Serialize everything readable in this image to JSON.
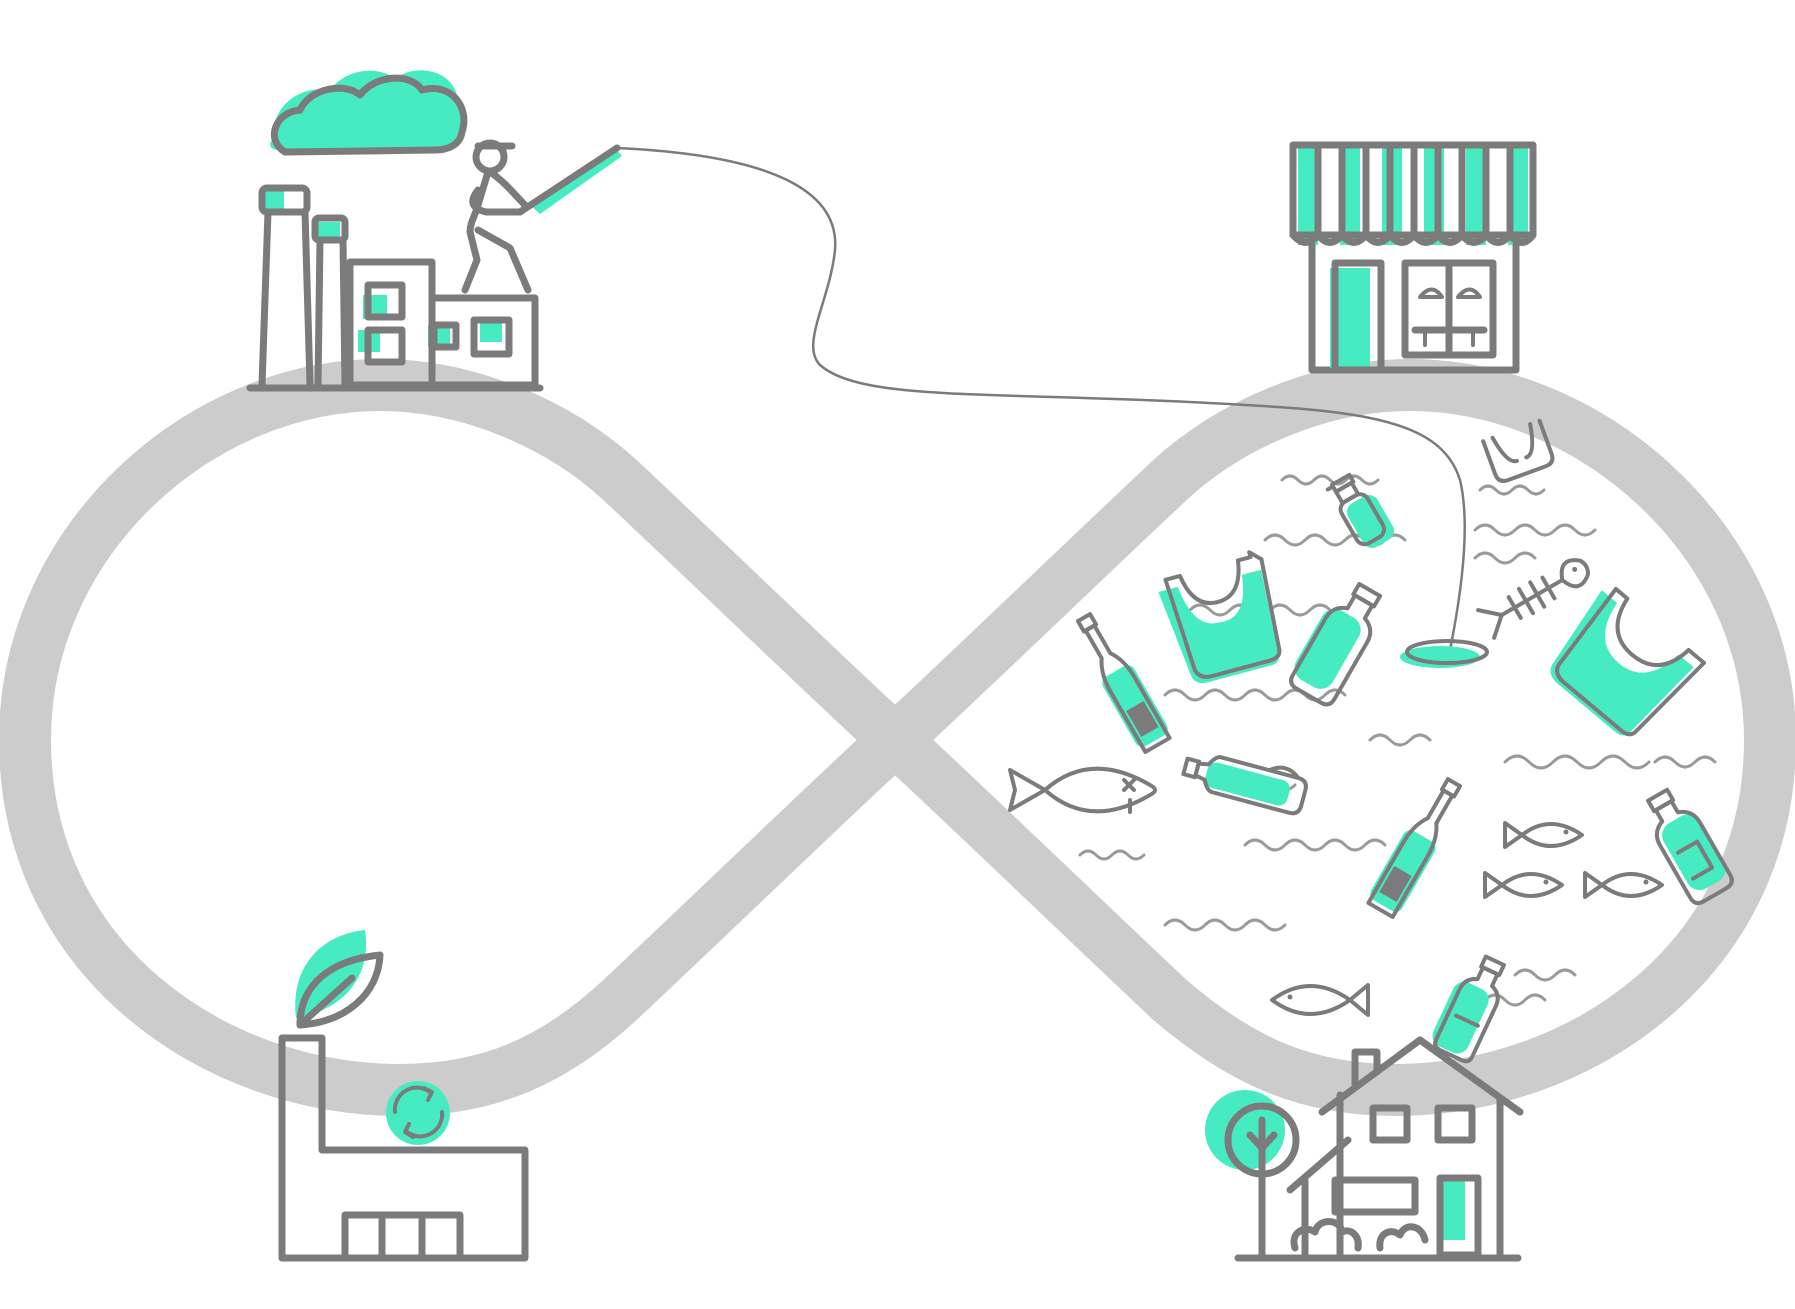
{
  "colors": {
    "accent": "#47ebc2",
    "line": "#7b7b7b",
    "track": "#cccccc",
    "wave": "#9a9a9a",
    "background": "#ffffff"
  },
  "icons": [
    "infinity-loop",
    "factory-smoke-icon",
    "fisherman-icon",
    "fishing-line",
    "shop-storefront-icon",
    "house-icon",
    "tree-icon",
    "recycling-factory-icon",
    "leaf-icon",
    "recycle-arrows-icon",
    "plastic-bag-icon",
    "plastic-bottle-icon",
    "spray-bottle-icon",
    "glass-bottle-icon",
    "fish-icon",
    "dead-fish-icon",
    "fish-skeleton-icon",
    "water-wave"
  ]
}
